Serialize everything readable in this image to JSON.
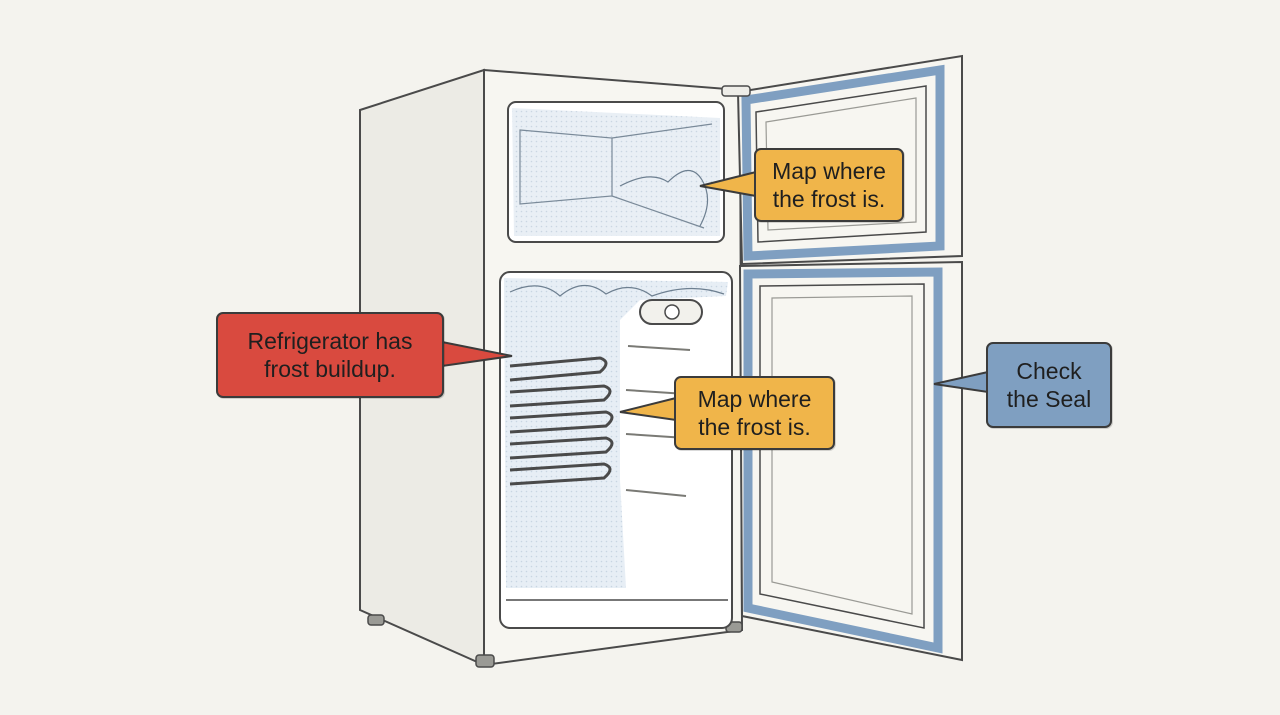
{
  "callouts": {
    "frost_buildup": {
      "text": "Refrigerator has\nfrost buildup.",
      "color": "#d94a3f"
    },
    "freezer_map": {
      "text": "Map where\nthe frost is.",
      "color": "#f0b54a"
    },
    "fridge_map": {
      "text": "Map where\nthe frost is.",
      "color": "#f0b54a"
    },
    "check_seal": {
      "text": "Check\nthe Seal",
      "color": "#7f9fc1"
    }
  },
  "colors": {
    "background": "#f4f3ee",
    "outline": "#4a4a4a",
    "fridge_body": "#f7f6f1",
    "frost": "#dfe8f1",
    "gasket": "#7f9fc1"
  }
}
